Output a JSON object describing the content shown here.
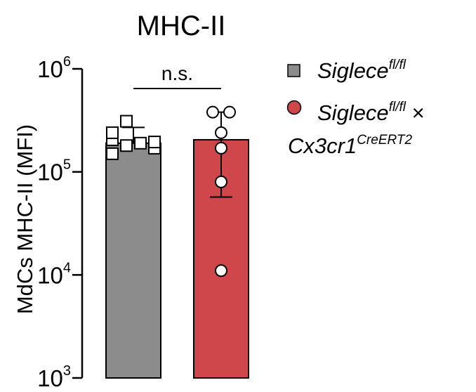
{
  "chart_data": {
    "type": "bar",
    "title": "MHC-II",
    "ylabel": "MdCs MHC-II (MFI)",
    "xlabel": "",
    "yscale": "log",
    "ylim": [
      1000,
      1000000
    ],
    "yticks": [
      {
        "value": 1000,
        "base": "10",
        "exp": "3"
      },
      {
        "value": 10000,
        "base": "10",
        "exp": "4"
      },
      {
        "value": 100000,
        "base": "10",
        "exp": "5"
      },
      {
        "value": 1000000,
        "base": "10",
        "exp": "6"
      }
    ],
    "categories": [
      "Siglecefl/fl",
      "Siglecefl/fl × Cx3cr1CreERT2"
    ],
    "series": [
      {
        "name": "Siglecefl/fl",
        "mean": 190000,
        "sd_upper": 270000,
        "points": [
          150000,
          170000,
          180000,
          190000,
          195000,
          205000,
          240000,
          310000
        ],
        "color": "#8c8c8c",
        "marker": "square"
      },
      {
        "name": "Siglecefl/fl × Cx3cr1CreERT2",
        "mean": 205000,
        "sd_upper": 380000,
        "sd_lower": 57000,
        "points": [
          11000,
          80000,
          170000,
          240000,
          380000,
          380000
        ],
        "color": "#d0474b",
        "marker": "circle"
      }
    ],
    "legend": [
      {
        "italic": "Siglece",
        "sup": "fl/fl",
        "suffix": "",
        "color": "#8c8c8c",
        "marker": "square"
      },
      {
        "italic": "Siglece",
        "sup": "fl/fl",
        "suffix": " ×",
        "line2_italic": "Cx3cr1",
        "line2_sup": "CreERT2",
        "color": "#d0474b",
        "marker": "circle"
      }
    ],
    "legend_position": "top-right",
    "annotations": [
      {
        "text": "n.s.",
        "between": [
          0,
          1
        ]
      }
    ],
    "grid": false
  }
}
